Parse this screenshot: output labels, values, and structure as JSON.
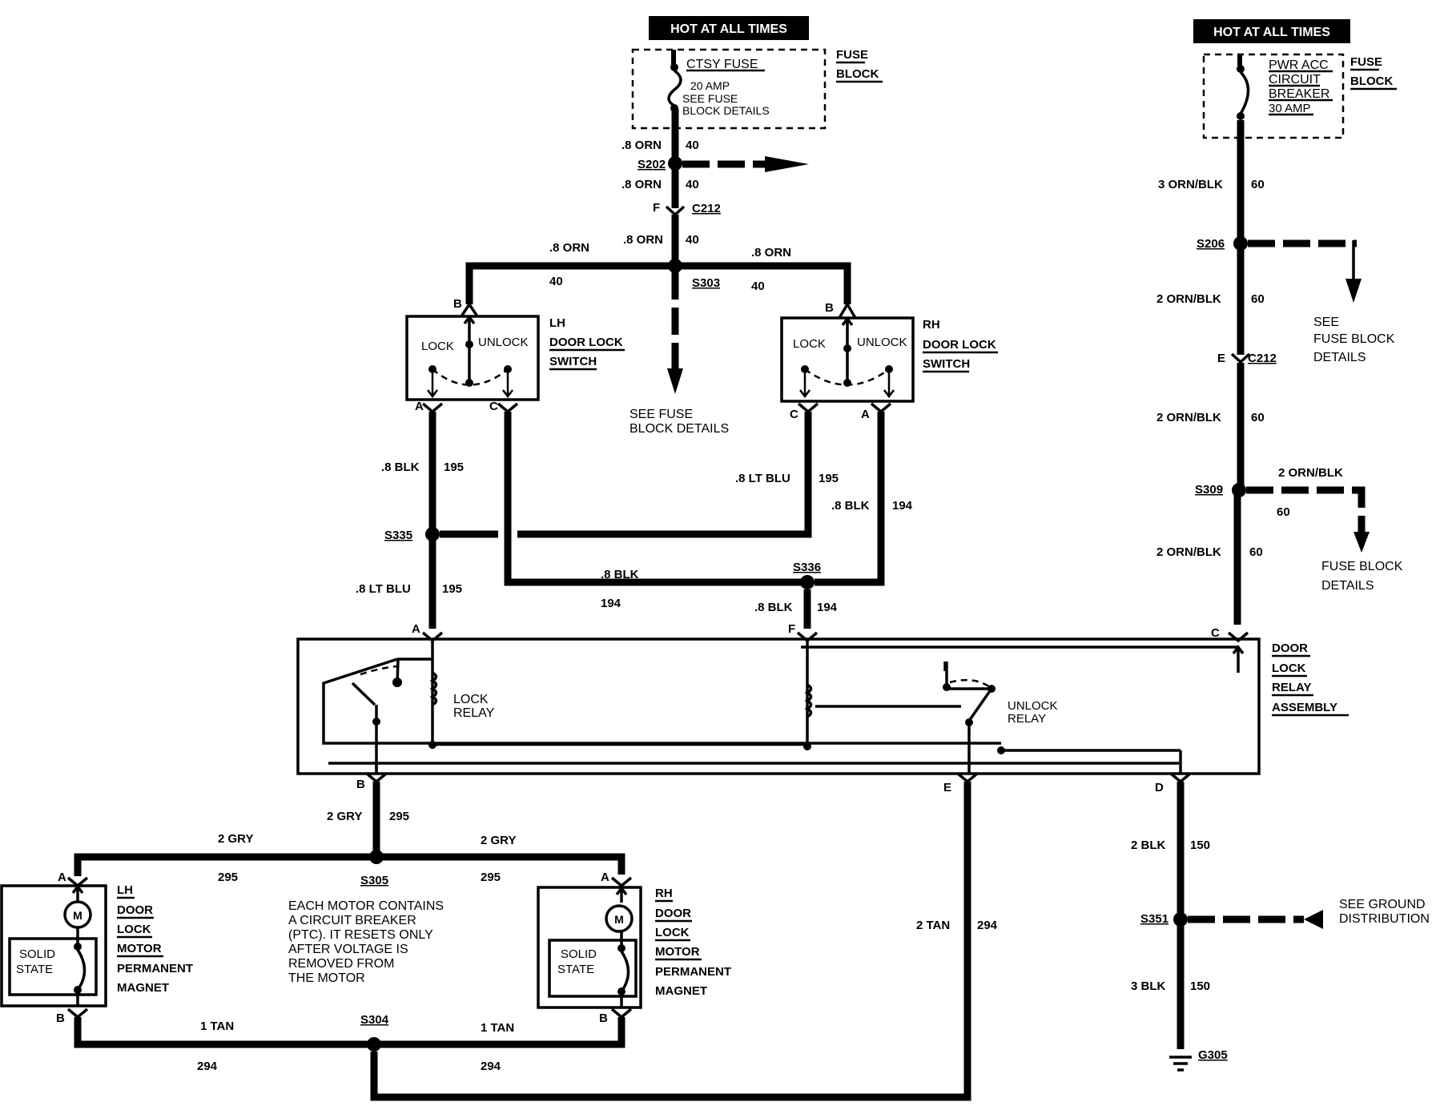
{
  "texts": {
    "hot1": "HOT AT ALL TIMES",
    "hot2": "HOT AT ALL TIMES",
    "ctsy_fuse": "CTSY FUSE",
    "amp20": "20 AMP",
    "see_fuse": "SEE FUSE",
    "block_details": "BLOCK DETAILS",
    "fuse1": "FUSE",
    "block1": "BLOCK",
    "pwr_acc": "PWR ACC",
    "circuit": "CIRCUIT",
    "breaker": "BREAKER",
    "amp30": "30 AMP",
    "fuse2": "FUSE",
    "block2": "BLOCK",
    "orn_a": ".8 ORN",
    "n40_a": "40",
    "s202": "S202",
    "orn_b": ".8 ORN",
    "n40_b": "40",
    "f_pin": "F",
    "c212": "C212",
    "orn_c": ".8 ORN",
    "n40_c": "40",
    "orn_left": ".8 ORN",
    "n40_left": "40",
    "orn_right": ".8 ORN",
    "n40_right": "40",
    "s303": "S303",
    "see_fuse2": "SEE FUSE",
    "block_details2": "BLOCK DETAILS",
    "b_lh": "B",
    "b_rh": "B",
    "lock_lh": "LOCK",
    "unlock_lh": "UNLOCK",
    "lock_rh": "LOCK",
    "unlock_rh": "UNLOCK",
    "lh": "LH",
    "door_lock": "DOOR LOCK",
    "switch": "SWITCH",
    "rh": "RH",
    "door_lock_rh": "DOOR LOCK",
    "switch_rh": "SWITCH",
    "a_lh": "A",
    "c_lh": "C",
    "c_rh": "C",
    "a_rh": "A",
    "blk195": ".8 BLK",
    "n195": "195",
    "ltblu195": ".8 LT BLU",
    "n195b": "195",
    "blk194": ".8 BLK",
    "n194": "194",
    "s335": "S335",
    "s336": "S336",
    "blk194b": ".8 BLK",
    "n194b": "194",
    "ltblu195c": ".8 LT BLU",
    "n195c": "195",
    "blk194c": ".8 BLK",
    "n194c": "194",
    "a_relay": "A",
    "f_relay": "F",
    "c_relay": "C",
    "lock_relay1": "LOCK",
    "lock_relay2": "RELAY",
    "unlock_relay1": "UNLOCK",
    "unlock_relay2": "RELAY",
    "door": "DOOR",
    "lock": "LOCK",
    "relay": "RELAY",
    "assembly": "ASSEMBLY",
    "b_relay": "B",
    "e_relay": "E",
    "d_relay": "D",
    "gry295": "2 GRY",
    "n295": "295",
    "gry_l": "2 GRY",
    "n295_l": "295",
    "gry_r": "2 GRY",
    "n295_r": "295",
    "s305": "S305",
    "a_lhm": "A",
    "a_rhm": "A",
    "lhm1": "LH",
    "lhm2": "DOOR",
    "lhm3": "LOCK",
    "lhm4": "MOTOR",
    "lhm5": "PERMANENT",
    "lhm6": "MAGNET",
    "rhm1": "RH",
    "rhm2": "DOOR",
    "rhm3": "LOCK",
    "rhm4": "MOTOR",
    "rhm5": "PERMANENT",
    "rhm6": "MAGNET",
    "solid1": "SOLID",
    "state1": "STATE",
    "solid2": "SOLID",
    "state2": "STATE",
    "m1": "M",
    "m2": "M",
    "note1": "EACH MOTOR CONTAINS",
    "note2": "A CIRCUIT BREAKER",
    "note3": "(PTC). IT RESETS ONLY",
    "note4": "AFTER VOLTAGE IS",
    "note5": "REMOVED FROM",
    "note6": "THE MOTOR",
    "b_lhm": "B",
    "b_rhm": "B",
    "tan_l": "1 TAN",
    "n294_l": "294",
    "tan_r": "1 TAN",
    "n294_r": "294",
    "s304": "S304",
    "tan294": "2 TAN",
    "n294": "294",
    "ornblk3": "3 ORN/BLK",
    "n60a": "60",
    "s206": "S206",
    "ornblk2a": "2 ORN/BLK",
    "n60b": "60",
    "see3": "SEE",
    "fuseblock3": "FUSE BLOCK",
    "details3": "DETAILS",
    "e_pin": "E",
    "c212b": "C212",
    "ornblk2b": "2 ORN/BLK",
    "n60c": "60",
    "s309": "S309",
    "ornblk2c": "2 ORN/BLK",
    "n60d": "60",
    "ornblk2d": "2 ORN/BLK",
    "n60e": "60",
    "fuseblock4": "FUSE BLOCK",
    "details4": "DETAILS",
    "blk150": "2 BLK",
    "n150": "150",
    "s351": "S351",
    "see_ground1": "SEE GROUND",
    "see_ground2": "DISTRIBUTION",
    "blk150b": "3 BLK",
    "n150b": "150",
    "g305": "G305"
  }
}
